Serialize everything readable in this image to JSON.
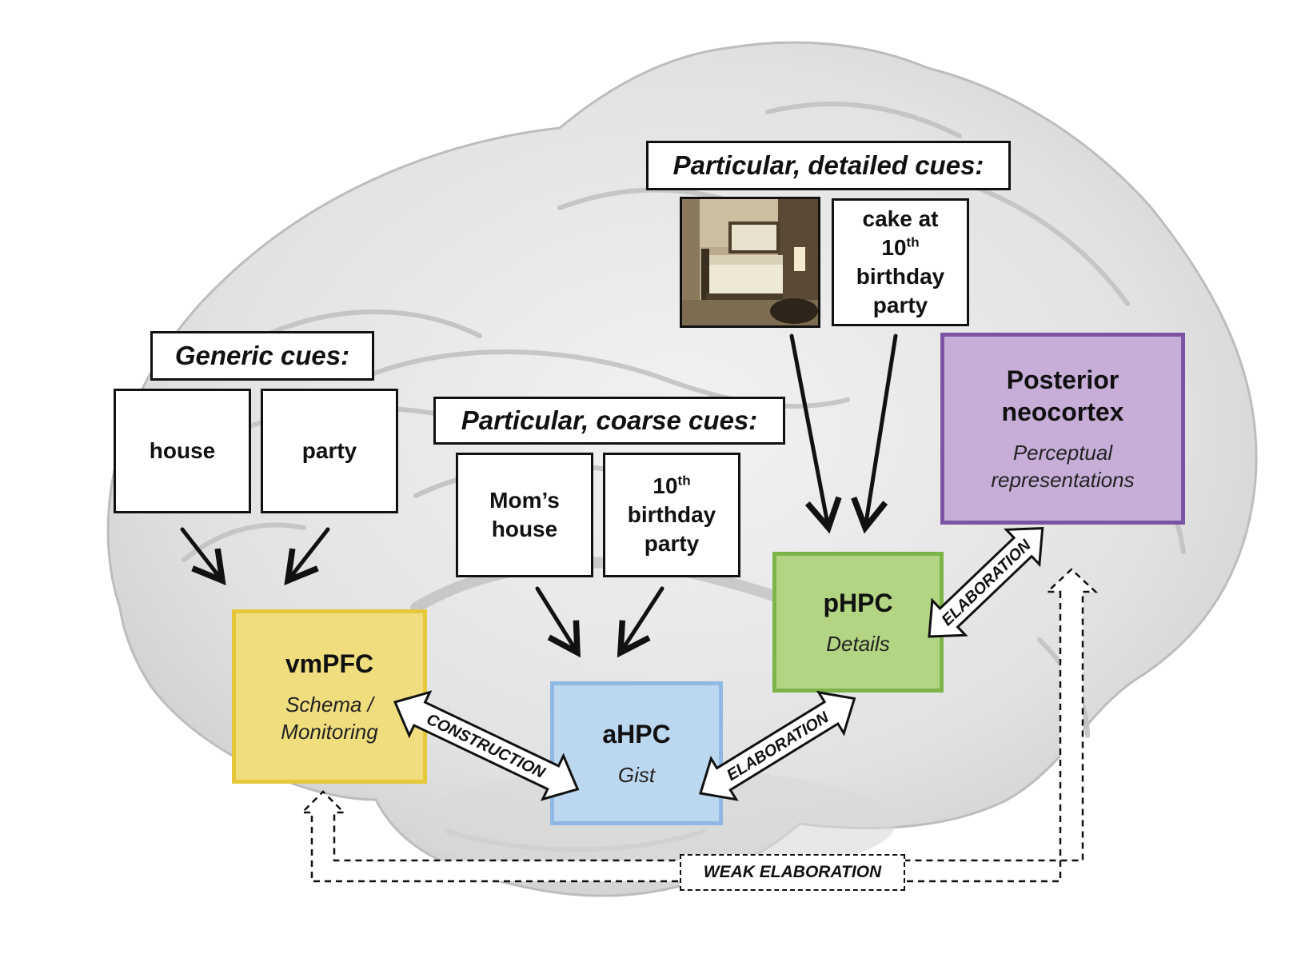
{
  "generic": {
    "title": "Generic cues:",
    "cues": [
      "house",
      "party"
    ]
  },
  "coarse": {
    "title": "Particular, coarse cues:",
    "cue1": [
      "Mom’s",
      "house"
    ],
    "cue2_line1": "10",
    "cue2_sup": "th",
    "cue2_line2": "birthday",
    "cue2_line3": "party"
  },
  "detailed": {
    "title": "Particular, detailed cues:",
    "image": "bedroom-photo",
    "cue_line1": "cake at",
    "cue_line2": "10",
    "cue_sup": "th",
    "cue_line3": "birthday",
    "cue_line4": "party"
  },
  "regions": {
    "vmpfc": {
      "name": "vmPFC",
      "desc_line1": "Schema /",
      "desc_line2": "Monitoring",
      "color": "#f0dd7e"
    },
    "ahpc": {
      "name": "aHPC",
      "desc": "Gist",
      "color": "#bcd7f0"
    },
    "phpc": {
      "name": "pHPC",
      "desc": "Details",
      "color": "#b2d483"
    },
    "pneo": {
      "name_line1": "Posterior",
      "name_line2": "neocortex",
      "desc_line1": "Perceptual",
      "desc_line2": "representations",
      "color": "#c6aed9"
    }
  },
  "links": {
    "construction": "CONSTRUCTION",
    "elaboration_a": "ELABORATION",
    "elaboration_b": "ELABORATION",
    "weak": "WEAK ELABORATION"
  }
}
